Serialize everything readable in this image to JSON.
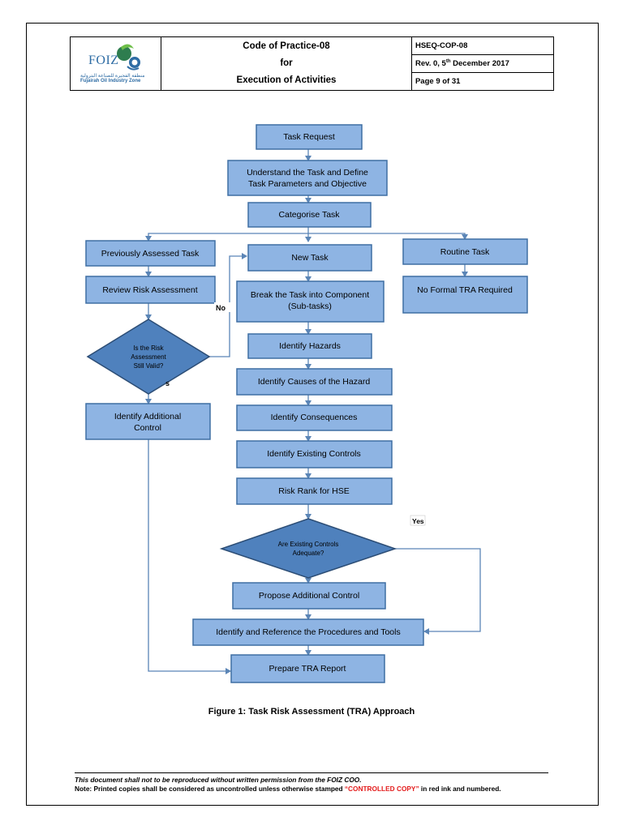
{
  "header": {
    "logo_name": "FOIZ",
    "logo_arabic": "منطقة الفجيرة للصناعة البترولية",
    "logo_english": "Fujairah Oil Industry Zone",
    "title_line1": "Code of Practice-08",
    "title_line2": "for",
    "title_line3": "Execution of Activities",
    "doc_code": "HSEQ-COP-08",
    "rev_prefix": "Rev. 0, 5",
    "rev_sup": "th",
    "rev_suffix": " December 2017",
    "page": "Page 9 of 31"
  },
  "flowchart": {
    "task_request": "Task Request",
    "understand_1": "Understand the Task and Define",
    "understand_2": "Task Parameters and Objective",
    "categorise": "Categorise Task",
    "previously_assessed": "Previously Assessed Task",
    "new_task": "New Task",
    "routine_task": "Routine Task",
    "review_risk": "Review Risk Assessment",
    "break_task_1": "Break the Task into Component",
    "break_task_2": "(Sub-tasks)",
    "no_formal_tra": "No Formal TRA Required",
    "decision1_1": "Is the Risk",
    "decision1_2": "Assessment",
    "decision1_3": "Still Valid?",
    "label_no": "No",
    "label_yes_partial": "s",
    "identify_hazards": "Identify Hazards",
    "identify_causes": "Identify Causes of the Hazard",
    "identify_additional_1": "Identify Additional",
    "identify_additional_2": "Control",
    "identify_consequences": "Identify Consequences",
    "identify_existing": "Identify Existing Controls",
    "risk_rank": "Risk Rank for HSE",
    "label_yes": "Yes",
    "decision2_1": "Are Existing Controls",
    "decision2_2": "Adequate?",
    "propose_additional": "Propose Additional Control",
    "identify_reference": "Identify and Reference the Procedures and Tools",
    "prepare_report": "Prepare TRA Report"
  },
  "caption": "Figure 1: Task Risk Assessment (TRA) Approach",
  "footer": {
    "line1": "This document shall not to be reproduced without written permission from the FOIZ COO.",
    "line2_pre": "Note: Printed copies shall be considered as uncontrolled unless otherwise stamped ",
    "line2_red": "“CONTROLLED COPY”",
    "line2_post": " in red ink and numbered."
  },
  "colors": {
    "box_fill": "#8eb4e3",
    "box_stroke": "#3f6ea3",
    "diamond_fill": "#4f81bd",
    "diamond_stroke": "#2c4d75",
    "connector": "#5b85b6",
    "stamp_red": "#e31b1b"
  }
}
